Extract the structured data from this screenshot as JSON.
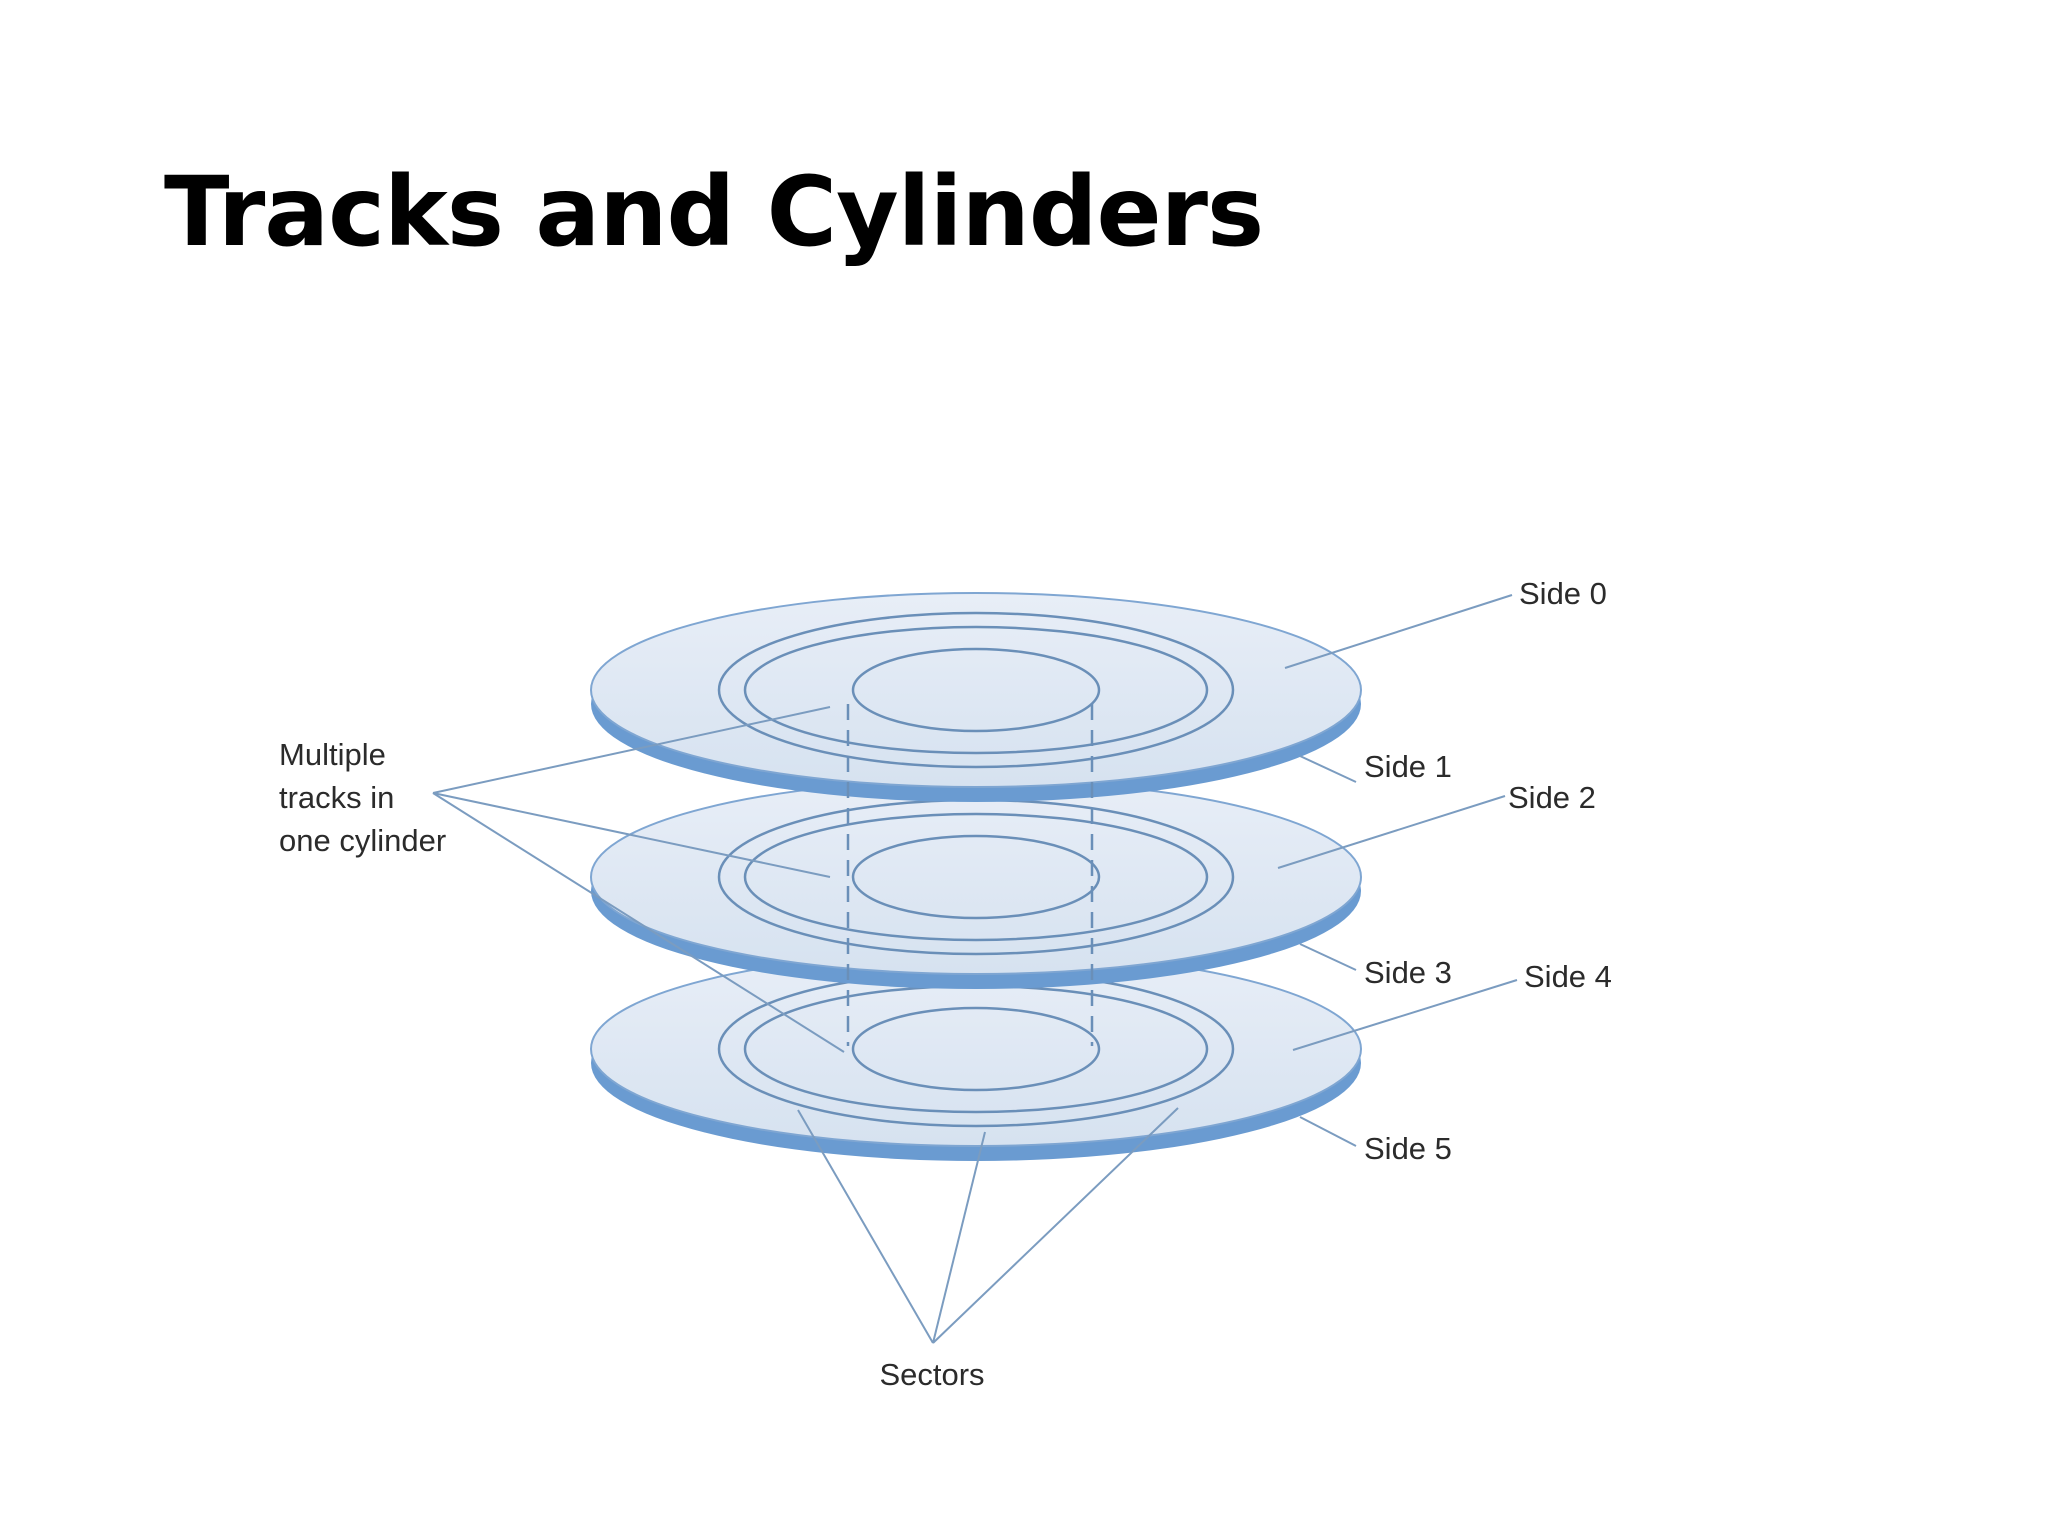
{
  "slide": {
    "title": "Tracks and Cylinders"
  },
  "diagram": {
    "colors": {
      "platter_top": "#dfe8f3",
      "platter_edge": "#6a9bd1",
      "track_line": "#6a8fb8",
      "leader_line": "#7b9cc0",
      "label_text": "#2b2b2b"
    },
    "side_labels": [
      "Side 0",
      "Side 1",
      "Side 2",
      "Side 3",
      "Side 4",
      "Side 5"
    ],
    "cylinder_label": [
      "Multiple",
      "tracks in",
      "one cylinder"
    ],
    "sectors_label": "Sectors"
  }
}
